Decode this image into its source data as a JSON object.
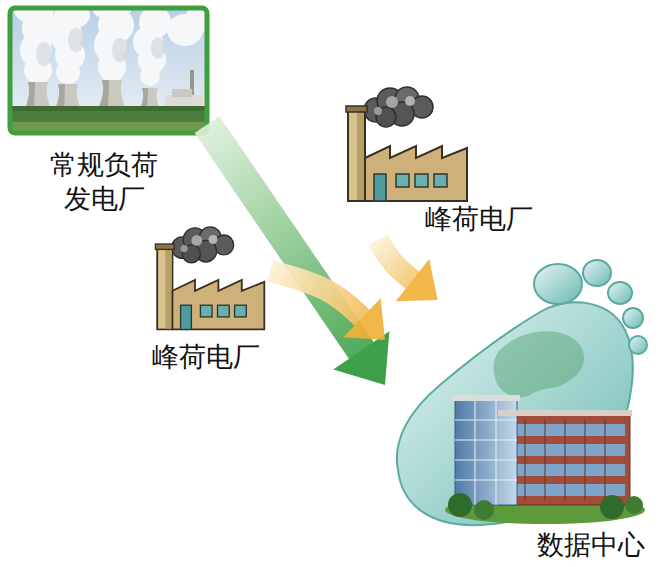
{
  "diagram": {
    "nodes": [
      {
        "text": [
          "常规负荷 发电厂"
        ]
      },
      {
        "text": [
          "峰荷电厂"
        ]
      },
      {
        "text": [
          "峰荷电厂"
        ]
      },
      {
        "text": [
          "数据中心"
        ]
      }
    ],
    "edges": [
      {
        "from": 0,
        "to": 3,
        "arrow": "to"
      },
      {
        "from": 1,
        "to": 3,
        "arrow": "to"
      },
      {
        "from": 2,
        "to": 3,
        "arrow": "to"
      }
    ]
  }
}
